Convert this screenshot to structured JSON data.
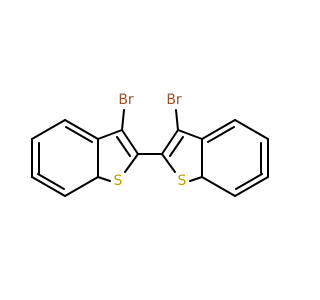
{
  "molecule": {
    "atoms": {
      "br_left": "Br",
      "br_right": "Br",
      "s_left": "S",
      "s_right": "S"
    },
    "colors": {
      "bond": "#000000",
      "bromine": "#a0522d",
      "sulfur": "#b8a000"
    }
  }
}
